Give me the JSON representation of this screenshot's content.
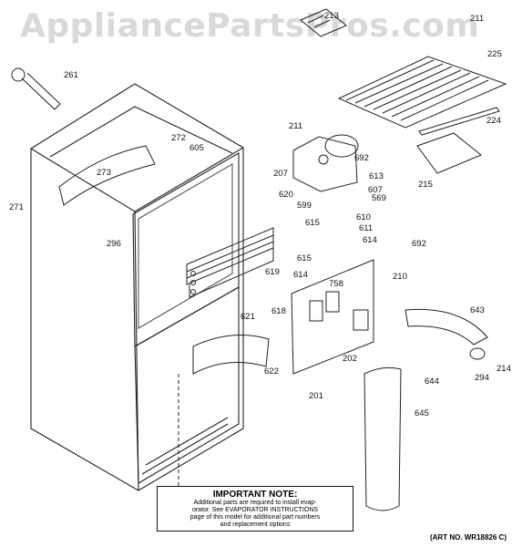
{
  "watermark": "AppliancePartsPros.com",
  "callouts": [
    {
      "id": "213",
      "label": "213"
    },
    {
      "id": "211a",
      "label": "211"
    },
    {
      "id": "225",
      "label": "225"
    },
    {
      "id": "261",
      "label": "261"
    },
    {
      "id": "211b",
      "label": "211"
    },
    {
      "id": "224",
      "label": "224"
    },
    {
      "id": "272",
      "label": "272"
    },
    {
      "id": "605",
      "label": "605"
    },
    {
      "id": "692a",
      "label": "692"
    },
    {
      "id": "207",
      "label": "207"
    },
    {
      "id": "613",
      "label": "613"
    },
    {
      "id": "273",
      "label": "273"
    },
    {
      "id": "215",
      "label": "215"
    },
    {
      "id": "607",
      "label": "607"
    },
    {
      "id": "620",
      "label": "620"
    },
    {
      "id": "599",
      "label": "599"
    },
    {
      "id": "569",
      "label": "569"
    },
    {
      "id": "271",
      "label": "271"
    },
    {
      "id": "615a",
      "label": "615"
    },
    {
      "id": "610",
      "label": "610"
    },
    {
      "id": "296",
      "label": "296"
    },
    {
      "id": "611",
      "label": "611"
    },
    {
      "id": "614a",
      "label": "614"
    },
    {
      "id": "692b",
      "label": "692"
    },
    {
      "id": "615b",
      "label": "615"
    },
    {
      "id": "614b",
      "label": "614"
    },
    {
      "id": "619",
      "label": "619"
    },
    {
      "id": "758",
      "label": "758"
    },
    {
      "id": "210",
      "label": "210"
    },
    {
      "id": "618",
      "label": "618"
    },
    {
      "id": "621",
      "label": "621"
    },
    {
      "id": "643",
      "label": "643"
    },
    {
      "id": "202",
      "label": "202"
    },
    {
      "id": "214",
      "label": "214"
    },
    {
      "id": "622",
      "label": "622"
    },
    {
      "id": "294",
      "label": "294"
    },
    {
      "id": "644",
      "label": "644"
    },
    {
      "id": "201",
      "label": "201"
    },
    {
      "id": "645",
      "label": "645"
    }
  ],
  "note": {
    "title": "IMPORTANT NOTE:",
    "lines": [
      "Additional parts are required to install evap-",
      "orator.  See EVAPORATOR INSTRUCTIONS",
      "page of this model for additional part numbers",
      "and replacement options"
    ]
  },
  "art_number": "(ART NO. WR18826 C)"
}
